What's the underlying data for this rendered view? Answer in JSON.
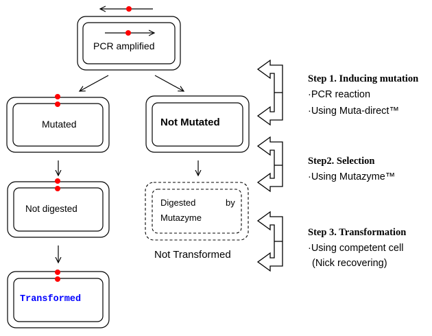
{
  "boxes": {
    "pcr": "PCR amplified",
    "mutated": "Mutated",
    "not_mutated": "Not Mutated",
    "not_digested": "Not digested",
    "digested_word": "Digested",
    "by_word": "by",
    "mutazyme_word": "Mutazyme",
    "transformed": "Transformed",
    "not_transformed": "Not Transformed"
  },
  "steps": [
    {
      "title": "Step 1. Inducing mutation",
      "items": [
        "·PCR reaction",
        "·Using Muta-direct™"
      ]
    },
    {
      "title": "Step2. Selection",
      "items": [
        "·Using Mutazyme™"
      ]
    },
    {
      "title": "Step 3. Transformation",
      "items": [
        "·Using competent cell",
        "(Nick recovering)"
      ]
    }
  ],
  "colors": {
    "mutation_dot": "#ff0000",
    "transformed_text": "#0000ff",
    "line": "#000000"
  }
}
